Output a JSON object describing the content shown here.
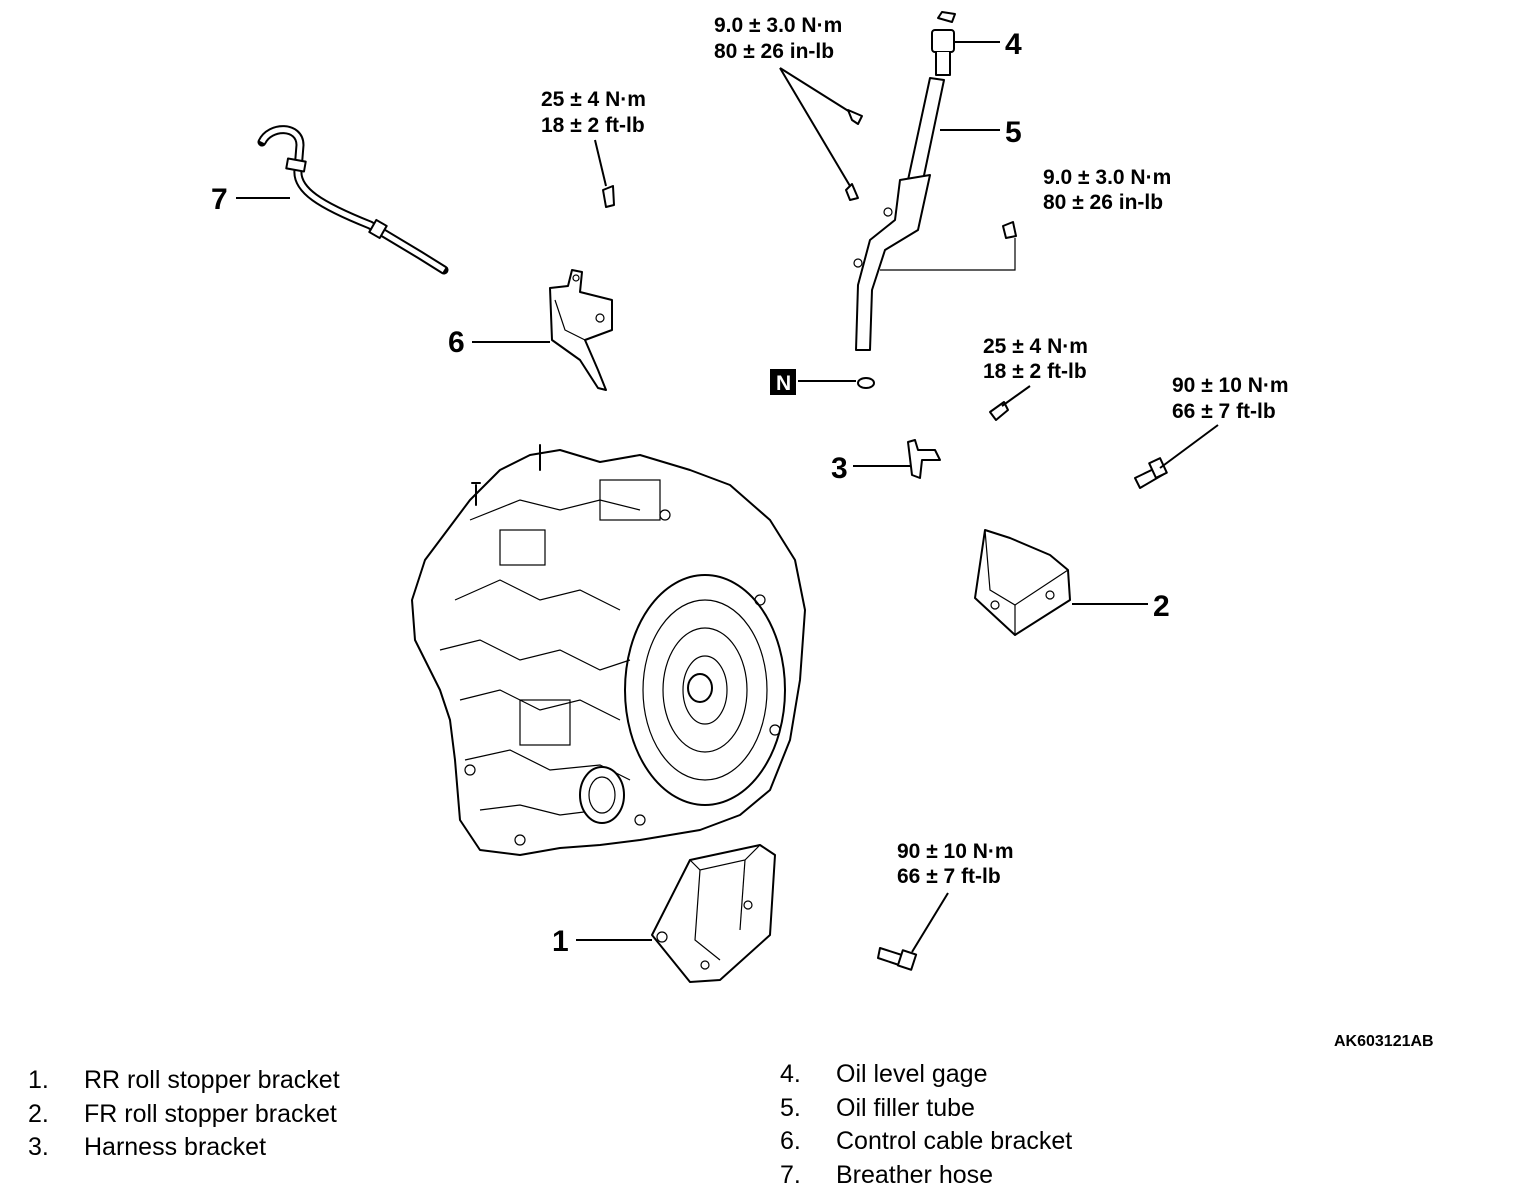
{
  "figure_id": "AK603121AB",
  "callouts": [
    "1",
    "2",
    "3",
    "4",
    "5",
    "6",
    "7"
  ],
  "new_part_mark": "N",
  "torques": [
    {
      "nm": "9.0 ± 3.0 N·m",
      "imperial": "80 ± 26 in-lb"
    },
    {
      "nm": "25 ± 4 N·m",
      "imperial": "18 ± 2 ft-lb"
    },
    {
      "nm": "9.0 ± 3.0 N·m",
      "imperial": "80 ± 26 in-lb"
    },
    {
      "nm": "25 ± 4 N·m",
      "imperial": "18 ± 2 ft-lb"
    },
    {
      "nm": "90 ± 10 N·m",
      "imperial": "66 ± 7 ft-lb"
    },
    {
      "nm": "90 ± 10 N·m",
      "imperial": "66 ± 7 ft-lb"
    }
  ],
  "legend": [
    {
      "num": "1.",
      "label": "RR roll stopper bracket"
    },
    {
      "num": "2.",
      "label": "FR roll stopper bracket"
    },
    {
      "num": "3.",
      "label": "Harness bracket"
    },
    {
      "num": "4.",
      "label": "Oil level gage"
    },
    {
      "num": "5.",
      "label": "Oil filler tube"
    },
    {
      "num": "6.",
      "label": "Control cable bracket"
    },
    {
      "num": "7.",
      "label": "Breather hose"
    }
  ]
}
